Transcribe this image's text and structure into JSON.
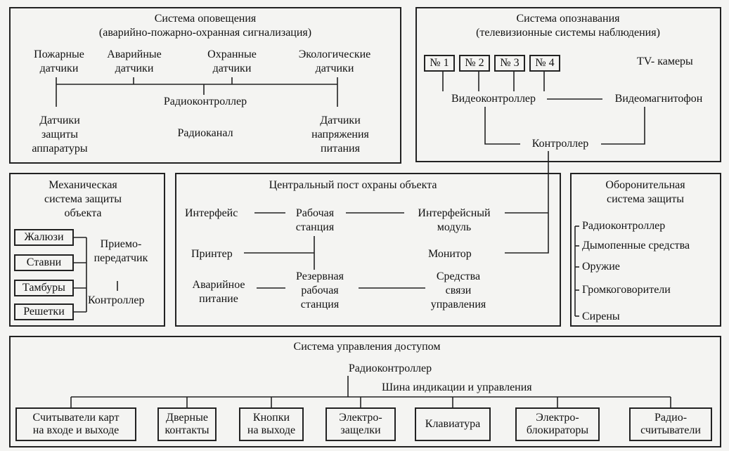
{
  "alarm": {
    "title": "Система оповещения",
    "subtitle": "(аварийно-пожарно-охранная сигнализация)",
    "fire": [
      "Пожарные",
      "датчики"
    ],
    "emergency": [
      "Аварийные",
      "датчики"
    ],
    "security": [
      "Охранные",
      "датчики"
    ],
    "ecological": [
      "Экологические",
      "датчики"
    ],
    "radiocontroller": "Радиоконтроллер",
    "radiochannel": "Радиоканал",
    "equipment": [
      "Датчики",
      "защиты",
      "аппаратуры"
    ],
    "voltage": [
      "Датчики",
      "напряжения",
      "питания"
    ]
  },
  "ident": {
    "title": "Система опознавания",
    "subtitle": "(телевизионные системы наблюдения)",
    "cameras": [
      "№ 1",
      "№ 2",
      "№ 3",
      "№ 4"
    ],
    "tv_label": "TV- камеры",
    "videocontroller": "Видеоконтроллер",
    "recorder": "Видеомагнитофон",
    "controller": "Контроллер"
  },
  "mech": {
    "title": [
      "Механическая",
      "система защиты",
      "объекта"
    ],
    "items": [
      "Жалюзи",
      "Ставни",
      "Тамбуры",
      "Решетки"
    ],
    "transceiver": [
      "Приемо-",
      "передатчик"
    ],
    "controller": "Контроллер"
  },
  "central": {
    "title": "Центральный пост охраны объекта",
    "interface": "Интерфейс",
    "workstation": [
      "Рабочая",
      "станция"
    ],
    "interface_module": [
      "Интерфейсный",
      "модуль"
    ],
    "printer": "Принтер",
    "monitor": "Монитор",
    "emergency_power": [
      "Аварийное",
      "питание"
    ],
    "backup_ws": [
      "Резервная",
      "рабочая",
      "станция"
    ],
    "comm": [
      "Средства",
      "связи",
      "управления"
    ]
  },
  "defense": {
    "title": [
      "Оборонительная",
      "система защиты"
    ],
    "items": [
      "Радиоконтроллер",
      "Дымопенные средства",
      "Оружие",
      "Громкоговорители",
      "Сирены"
    ]
  },
  "access": {
    "title": "Система управления доступом",
    "radiocontroller": "Радиоконтроллер",
    "bus": "Шина индикации и управления",
    "devices": [
      [
        "Считыватели карт",
        "на входе и выходе"
      ],
      [
        "Дверные",
        "контакты"
      ],
      [
        "Кнопки",
        "на выходе"
      ],
      [
        "Электро-",
        "защелки"
      ],
      [
        "Клавиатура"
      ],
      [
        "Электро-",
        "блокираторы"
      ],
      [
        "Радио-",
        "считыватели"
      ]
    ]
  }
}
